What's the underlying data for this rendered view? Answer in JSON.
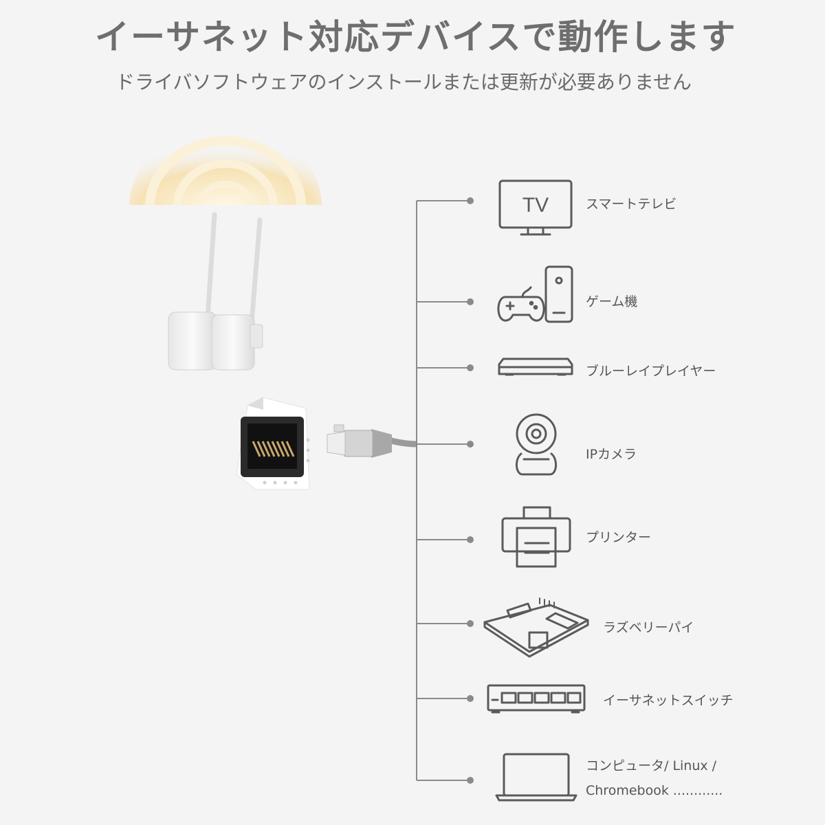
{
  "header": {
    "title": "イーサネット対応デバイスで動作します",
    "subtitle": "ドライバソフトウェアのインストールまたは更新が必要ありません"
  },
  "icons": {
    "router": "wifi-router-icon",
    "port": "ethernet-port-icon",
    "connector": "rj45-connector-icon"
  },
  "tv_icon_text": "TV",
  "devices": [
    {
      "id": "tv",
      "icon": "tv-icon",
      "label": "スマートテレビ"
    },
    {
      "id": "game",
      "icon": "game-console-icon",
      "label": "ゲーム機"
    },
    {
      "id": "bluray",
      "icon": "bluray-player-icon",
      "label": "ブルーレイプレイヤー"
    },
    {
      "id": "ipcam",
      "icon": "ip-camera-icon",
      "label": "IPカメラ"
    },
    {
      "id": "printer",
      "icon": "printer-icon",
      "label": "プリンター"
    },
    {
      "id": "raspi",
      "icon": "raspberry-pi-icon",
      "label": "ラズベリーパイ"
    },
    {
      "id": "switch",
      "icon": "ethernet-switch-icon",
      "label": "イーサネットスイッチ"
    },
    {
      "id": "computer",
      "icon": "laptop-icon",
      "label": "コンピュータ/ Linux / Chromebook ............"
    }
  ],
  "colors": {
    "background": "#f4f4f4",
    "line": "#8a8a8a",
    "icon_stroke": "#5a5a5a",
    "wifi_glow": "#f3d9a0"
  }
}
